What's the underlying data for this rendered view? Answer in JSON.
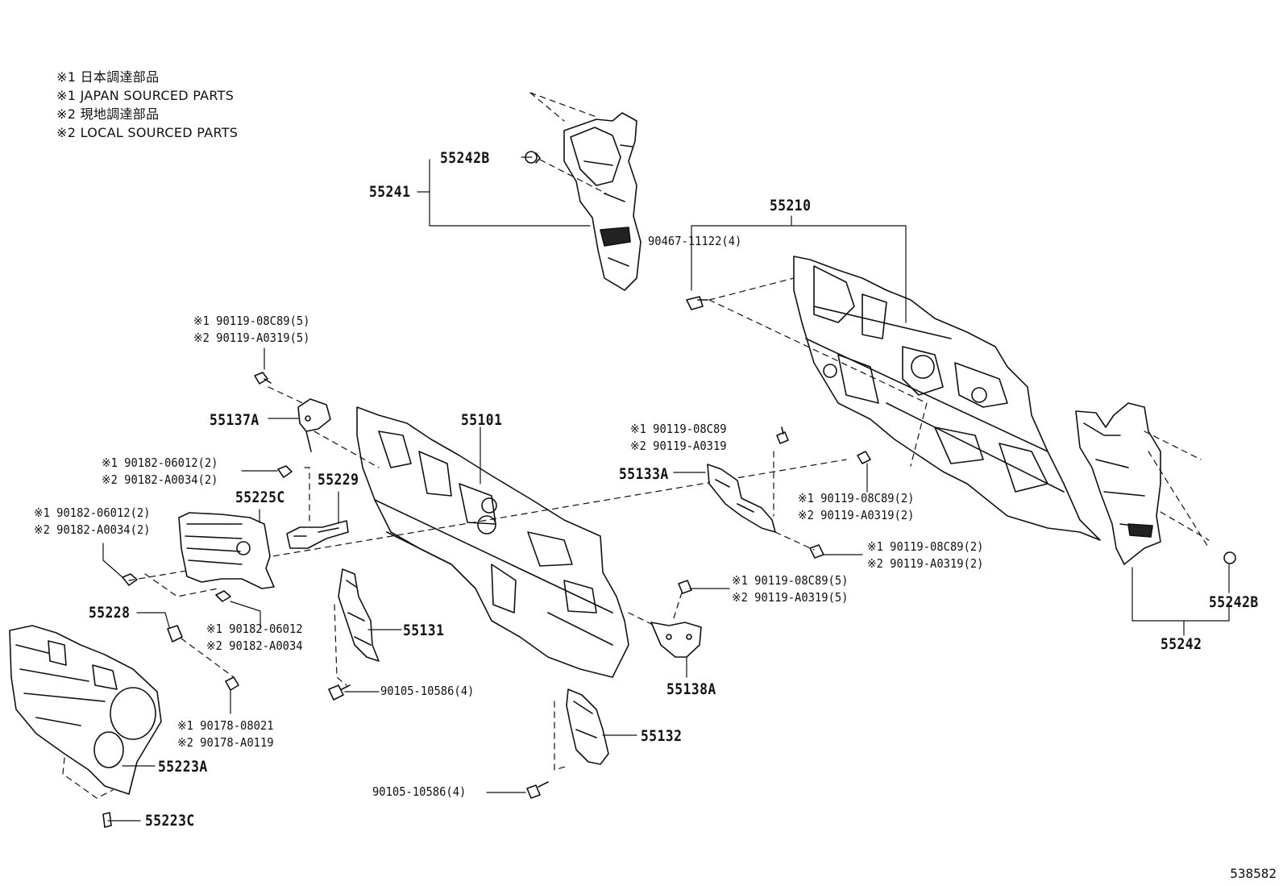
{
  "legend": [
    "※1 日本調達部品",
    "※1 JAPAN SOURCED PARTS",
    "※2 現地調達部品",
    "※2 LOCAL SOURCED PARTS"
  ],
  "parts": {
    "p55241": "55241",
    "p55242B_top": "55242B",
    "p55210": "55210",
    "p55101": "55101",
    "p55137A": "55137A",
    "p55229": "55229",
    "p55225C": "55225C",
    "p55133A": "55133A",
    "p55228": "55228",
    "p55131": "55131",
    "p55138A": "55138A",
    "p55132": "55132",
    "p55223A": "55223A",
    "p55223C": "55223C",
    "p55242B_right": "55242B",
    "p55242": "55242"
  },
  "fasteners": {
    "f90467": "90467-11122(4)",
    "f_bolt_top_1": "※1 90119-08C89(5)",
    "f_bolt_top_2": "※2 90119-A0319(5)",
    "f_nut_a_1": "※1 90182-06012(2)",
    "f_nut_a_2": "※2 90182-A0034(2)",
    "f_nut_b_1": "※1 90182-06012(2)",
    "f_nut_b_2": "※2 90182-A0034(2)",
    "f_nut_c_1": "※1 90182-06012",
    "f_nut_c_2": "※2 90182-A0034",
    "f_clip_1": "※1 90178-08021",
    "f_clip_2": "※2 90178-A0119",
    "f_mid_1": "※1 90119-08C89",
    "f_mid_2": "※2 90119-A0319",
    "f_right_a_1": "※1 90119-08C89(2)",
    "f_right_a_2": "※2 90119-A0319(2)",
    "f_right_b_1": "※1 90119-08C89(2)",
    "f_right_b_2": "※2 90119-A0319(2)",
    "f_right_c_1": "※1 90119-08C89(5)",
    "f_right_c_2": "※2 90119-A0319(5)",
    "f_screw_1": "90105-10586(4)",
    "f_screw_2": "90105-10586(4)"
  },
  "diagram_number": "538582",
  "colors": {
    "ink": "#111111",
    "paper": "#ffffff"
  }
}
